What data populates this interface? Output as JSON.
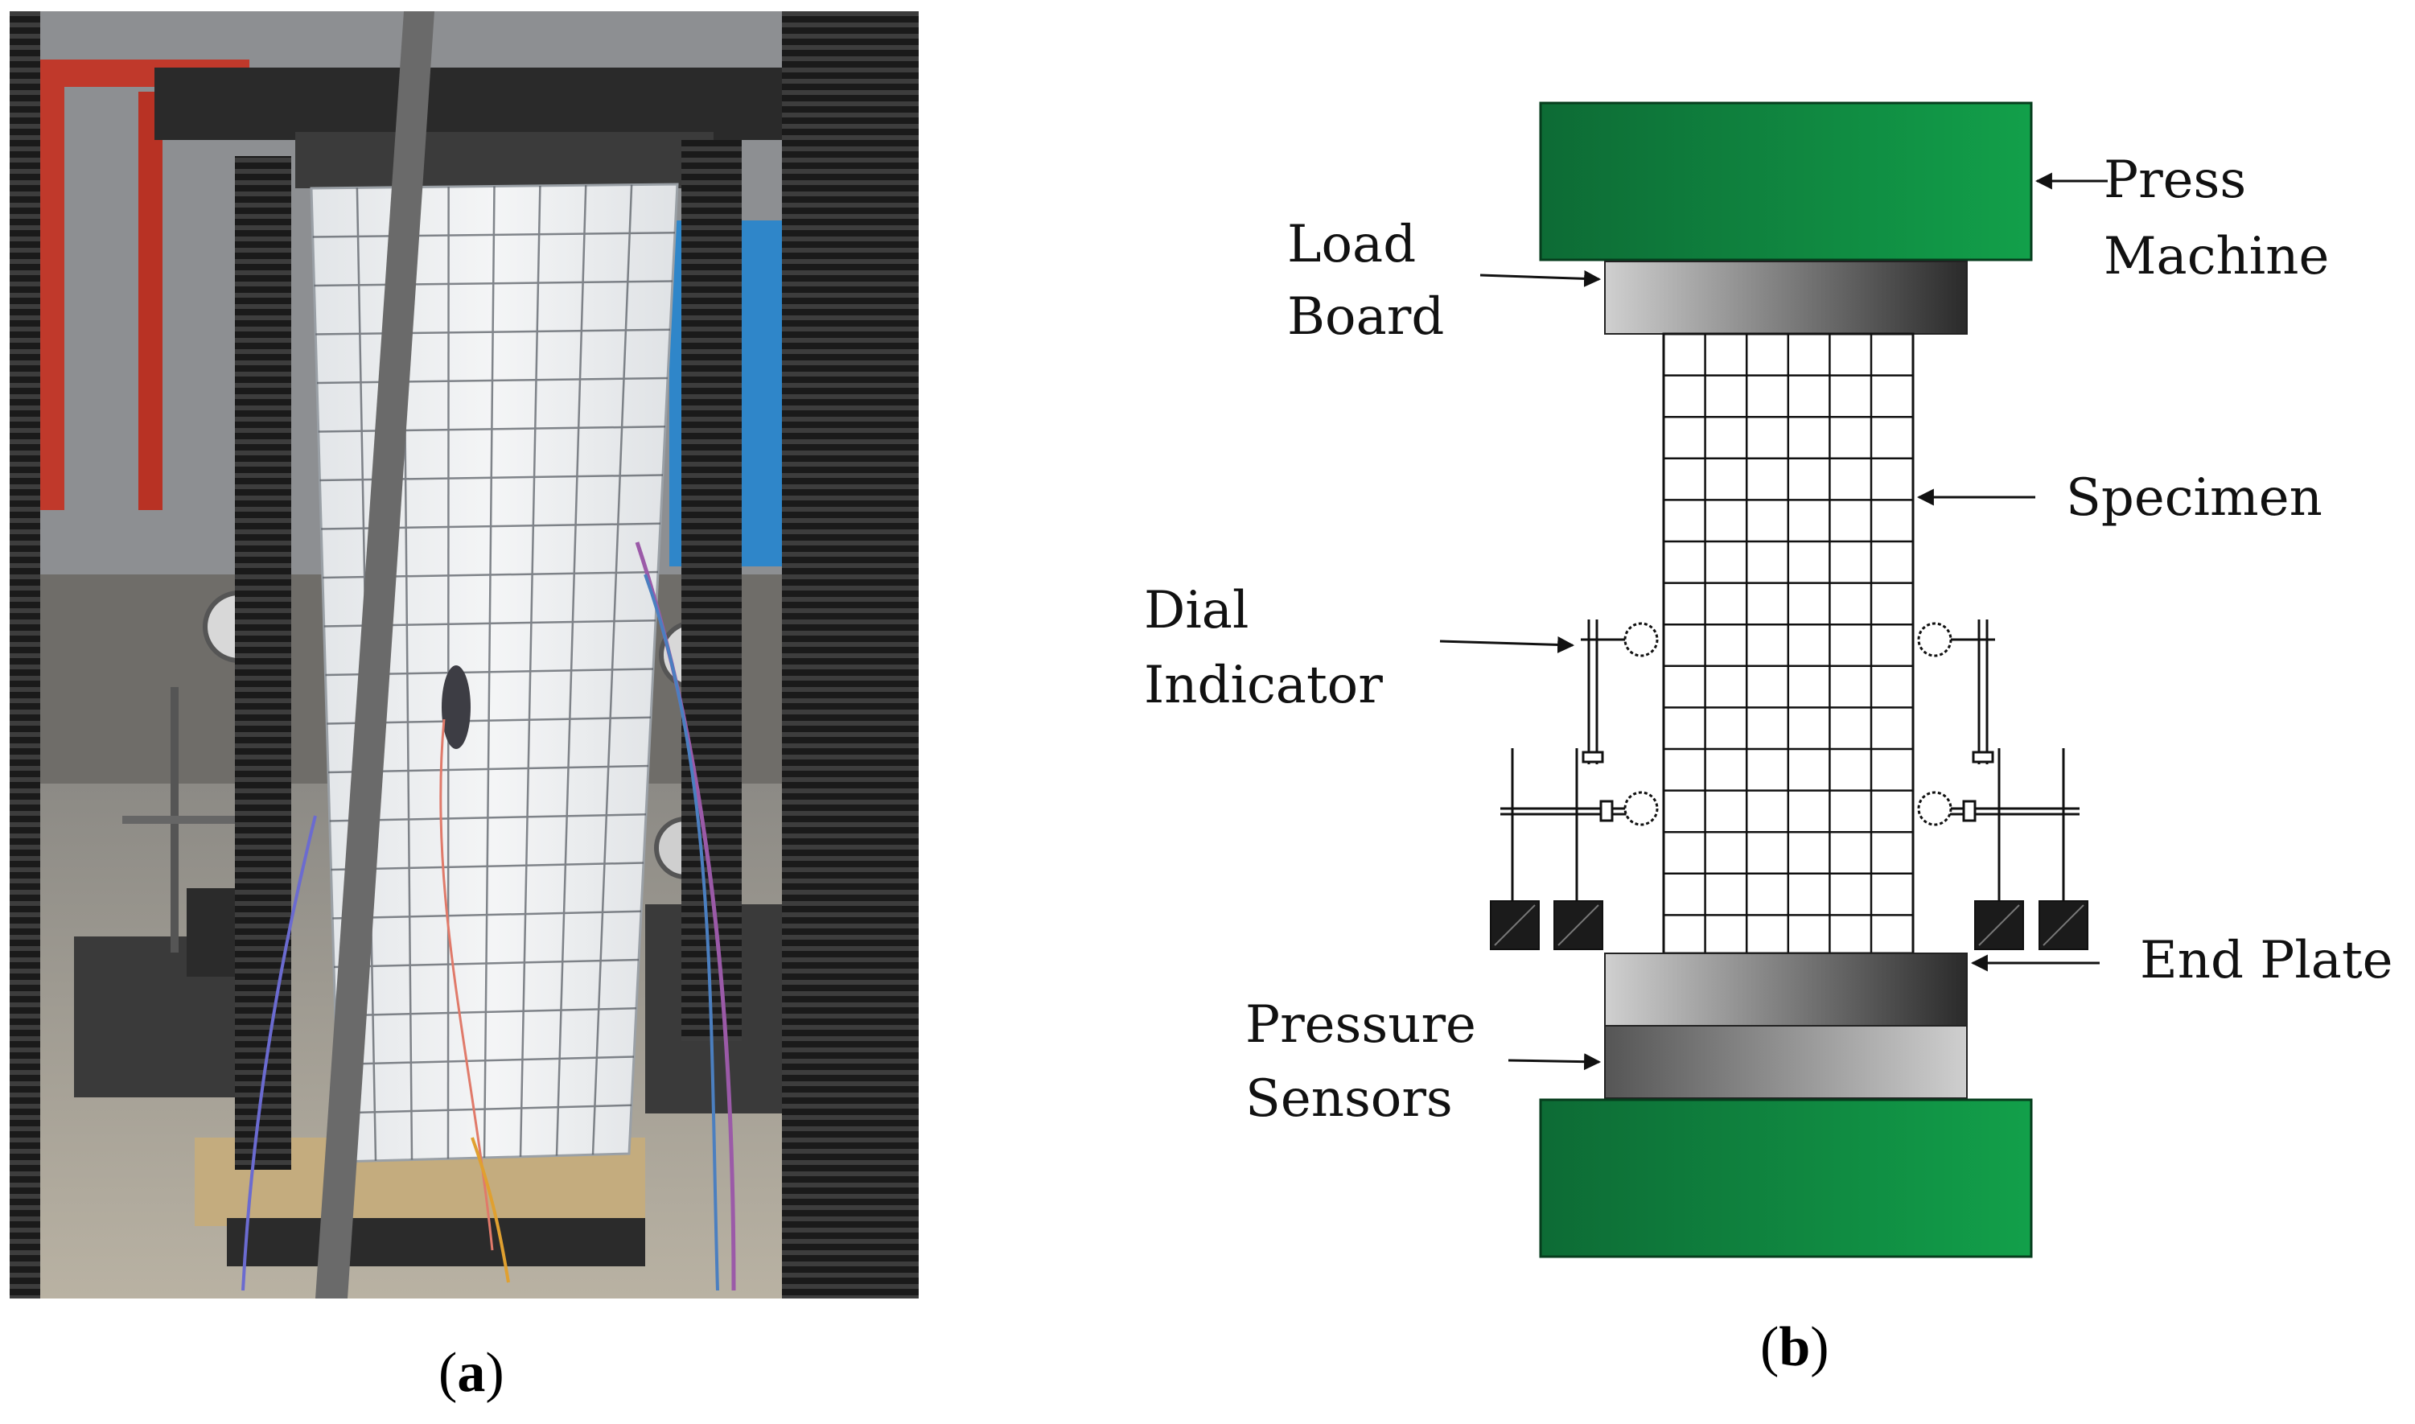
{
  "panels": {
    "a": {
      "label_open": "(",
      "label_letter": "a",
      "label_close": ")"
    },
    "b": {
      "label_open": "(",
      "label_letter": "b",
      "label_close": ")"
    }
  },
  "diagram": {
    "labels": {
      "press_machine": [
        "Press",
        "Machine"
      ],
      "load_board": [
        "Load",
        "Board"
      ],
      "specimen": "Specimen",
      "dial_indicator": [
        "Dial",
        "Indicator"
      ],
      "end_plate": "End Plate",
      "pressure_sensors": [
        "Pressure",
        "Sensors"
      ]
    }
  },
  "colors": {
    "press_green_dark": "#0d6b35",
    "press_green_light": "#12a04a",
    "plate_light": "#d0d0d0",
    "plate_dark": "#2a2a2a",
    "photo_specimen": "#eef0f2",
    "photo_machine": "#1e1e1e",
    "photo_frame_red": "#c0392b"
  }
}
